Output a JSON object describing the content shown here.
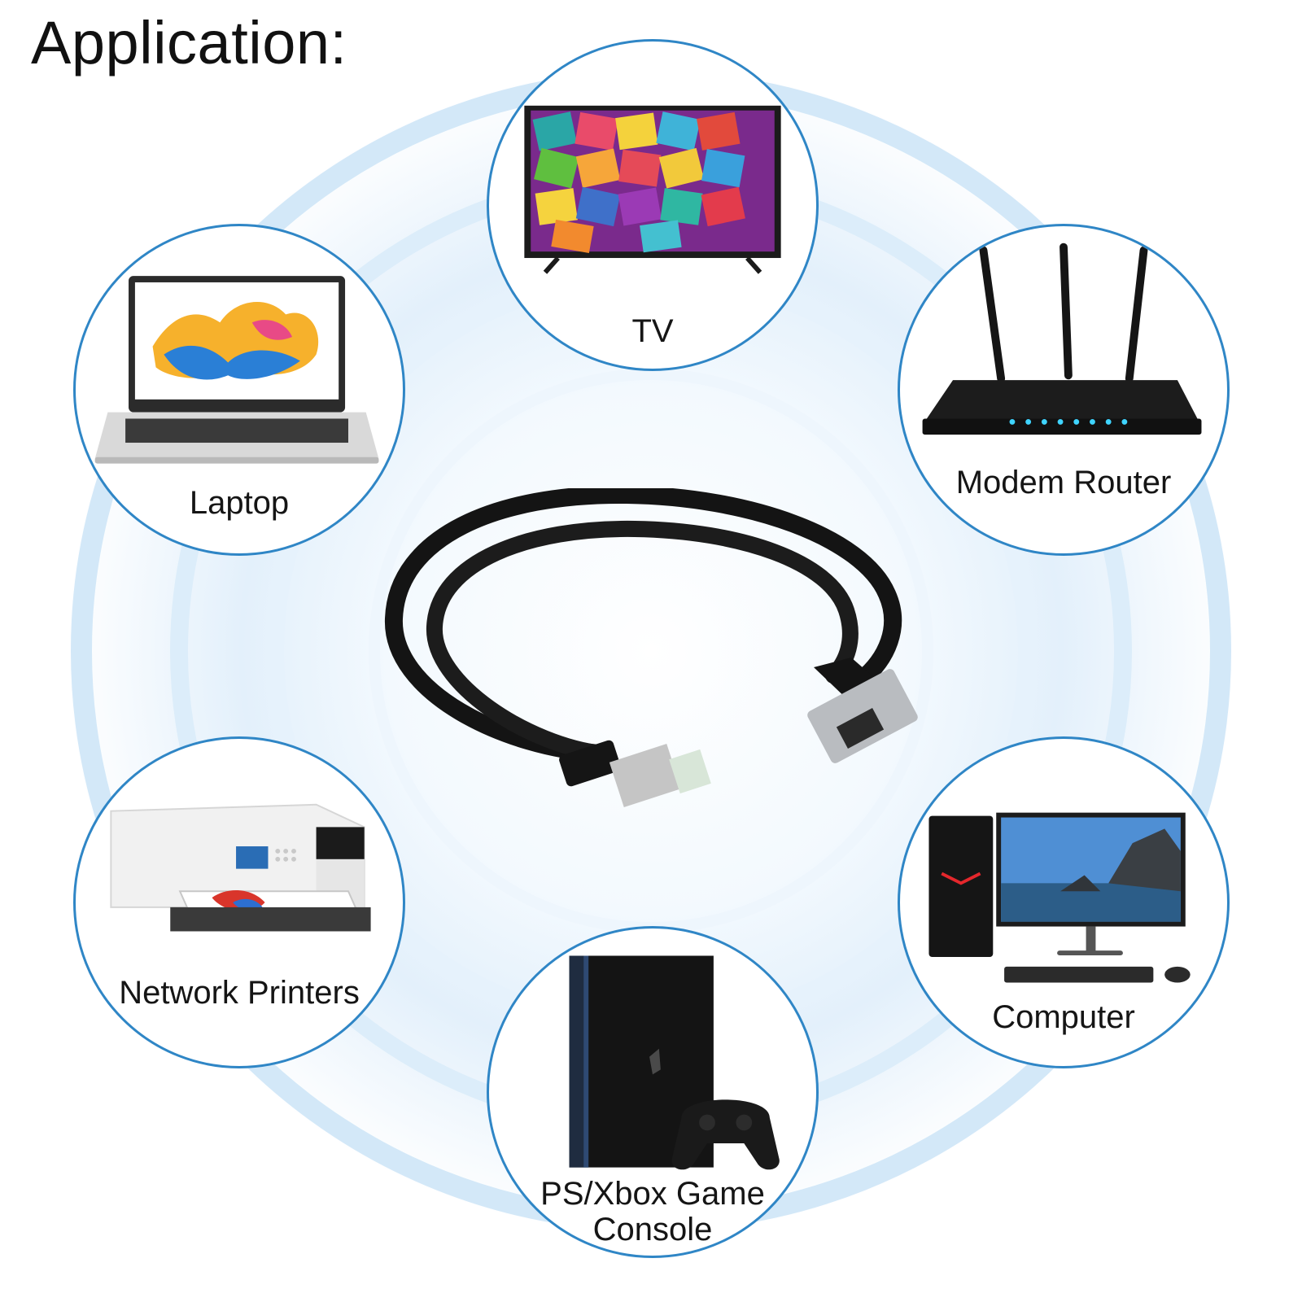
{
  "title": "Application:",
  "colors": {
    "ring": "#2f86c6",
    "glow": "#cfe6f8",
    "cable": "#141414"
  },
  "devices": [
    {
      "key": "tv",
      "label": "TV",
      "icon": "tv-icon"
    },
    {
      "key": "laptop",
      "label": "Laptop",
      "icon": "laptop-icon"
    },
    {
      "key": "router",
      "label": "Modem Router",
      "icon": "router-icon"
    },
    {
      "key": "printer",
      "label": "Network Printers",
      "icon": "printer-icon"
    },
    {
      "key": "computer",
      "label": "Computer",
      "icon": "computer-icon"
    },
    {
      "key": "console",
      "label": "PS/Xbox Game Console",
      "icon": "console-icon"
    }
  ]
}
